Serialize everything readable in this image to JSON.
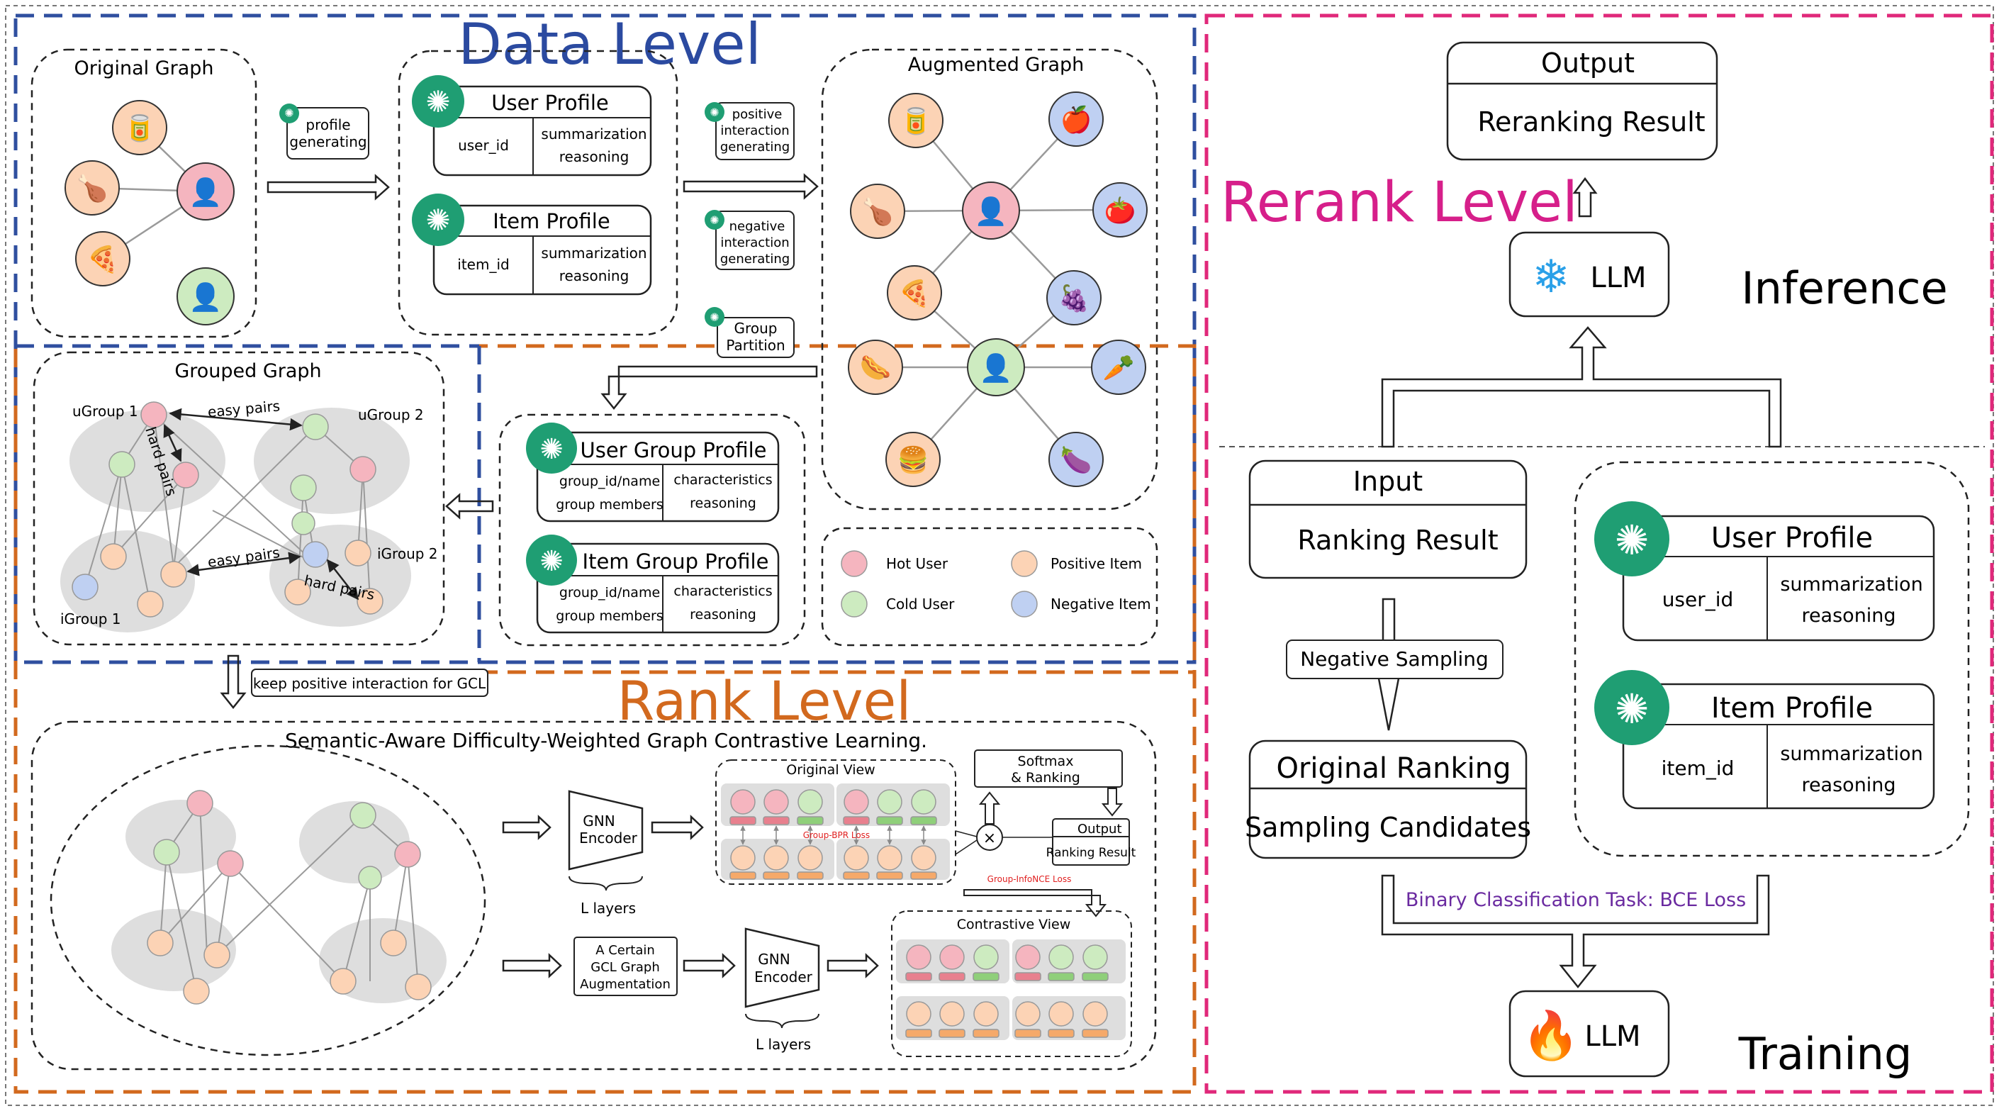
{
  "colors": {
    "data_border": "#2f4f9f",
    "rank_border": "#d2691e",
    "rerank_border": "#e0287a",
    "rank_title": "#d2691e",
    "data_title": "#2b4aa0",
    "rerank_title": "#d61f8a",
    "gpt_green": "#1f9e73",
    "hot_user": "#f5b5bf",
    "cold_user": "#cdebc0",
    "positive_item": "#fcd3b5",
    "negative_item": "#bfd0f2",
    "group_blob": "#dedede",
    "bce_text": "#6a2aa0",
    "loss_red": "#e02020",
    "fire_red": "#e0262b",
    "snow_blue": "#2aa0e8"
  },
  "data_level": {
    "title": "Data Level",
    "original_graph": {
      "title": "Original Graph"
    },
    "profile_generating": {
      "line1": "profile",
      "line2": "generating"
    },
    "user_profile": {
      "title": "User Profile",
      "id_field": "user_id",
      "field1": "summarization",
      "field2": "reasoning"
    },
    "item_profile": {
      "title": "Item Profile",
      "id_field": "item_id",
      "field1": "summarization",
      "field2": "reasoning"
    },
    "positive_generating": {
      "line1": "positive",
      "line2": "interaction",
      "line3": "generating"
    },
    "negative_generating": {
      "line1": "negative",
      "line2": "interaction",
      "line3": "generating"
    },
    "group_partition": {
      "line1": "Group",
      "line2": "Partition"
    },
    "augmented_graph": {
      "title": "Augmented Graph"
    },
    "user_group_profile": {
      "title": "User Group Profile",
      "id_field1": "group_id/name",
      "id_field2": "group members",
      "field1": "characteristics",
      "field2": "reasoning"
    },
    "item_group_profile": {
      "title": "Item Group Profile",
      "id_field1": "group_id/name",
      "id_field2": "group members",
      "field1": "characteristics",
      "field2": "reasoning"
    },
    "legend": {
      "hot_user": "Hot User",
      "positive_item": "Positive Item",
      "cold_user": "Cold User",
      "negative_item": "Negative Item"
    },
    "grouped_graph": {
      "title": "Grouped Graph",
      "ugroup1": "uGroup 1",
      "ugroup2": "uGroup 2",
      "igroup1": "iGroup 1",
      "igroup2": "iGroup 2",
      "easy_pairs_top": "easy pairs",
      "easy_pairs_mid": "easy pairs",
      "hard_pairs_left": "hard pairs",
      "hard_pairs_right": "hard pairs"
    }
  },
  "rank_level": {
    "title": "Rank Level",
    "keep_positive": "keep positive interaction for GCL",
    "gcl_title": "Semantic-Aware Difficulty-Weighted Graph Contrastive Learning.",
    "gnn_encoder_top": {
      "line1": "GNN",
      "line2": "Encoder"
    },
    "l_layers_top": "L layers",
    "original_view": "Original View",
    "group_bpr_loss": "Group-BPR Loss",
    "softmax_ranking": {
      "line1": "Softmax",
      "line2": "& Ranking"
    },
    "output_box": {
      "line1": "Output",
      "line2": "Ranking Result"
    },
    "group_infonce_loss": "Group-InfoNCE Loss",
    "times_symbol": "×",
    "augmentation_box": {
      "line1": "A Certain",
      "line2": "GCL Graph",
      "line3": "Augmentation"
    },
    "gnn_encoder_bottom": {
      "line1": "GNN",
      "line2": "Encoder"
    },
    "l_layers_bottom": "L layers",
    "contrastive_view": "Contrastive View"
  },
  "rerank_level": {
    "title": "Rerank Level",
    "output": {
      "title": "Output",
      "content": "Reranking Result"
    },
    "llm_frozen": "LLM",
    "inference": "Inference",
    "input": {
      "title": "Input",
      "content": "Ranking Result"
    },
    "negative_sampling": "Negative Sampling",
    "original_ranking": {
      "title": "Original Ranking",
      "content": "Sampling Candidates"
    },
    "user_profile": {
      "title": "User Profile",
      "id_field": "user_id",
      "field1": "summarization",
      "field2": "reasoning"
    },
    "item_profile": {
      "title": "Item Profile",
      "id_field": "item_id",
      "field1": "summarization",
      "field2": "reasoning"
    },
    "bce": "Binary Classification Task: BCE Loss",
    "llm_trained": "LLM",
    "training": "Training"
  }
}
